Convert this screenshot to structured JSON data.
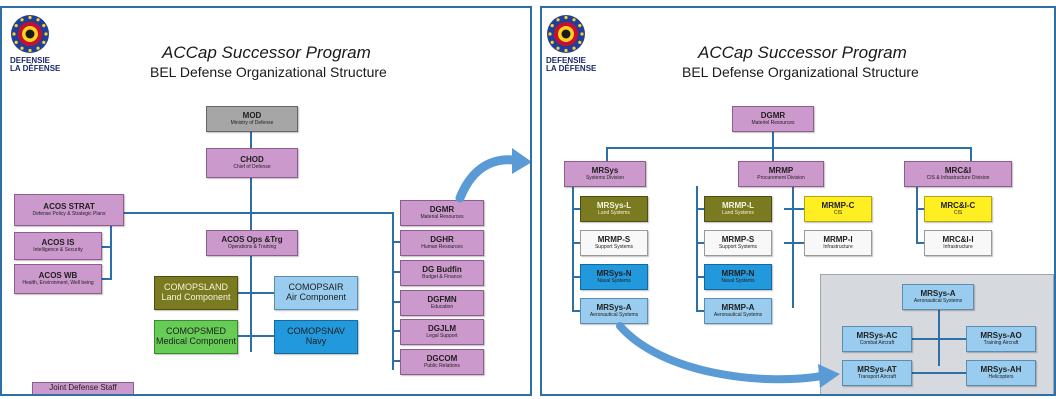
{
  "colors": {
    "frame": "#2f6fa8",
    "joint_staff": "#cc99cc",
    "ministry": "#a6a6a6",
    "land": "#7a7a20",
    "air": "#99ccee",
    "medical": "#66cc55",
    "navy": "#2299dd",
    "cis": "#ffee22",
    "support": "#f8f8f8",
    "arrow": "#5b9bd5"
  },
  "icons": {
    "logo": "belgian-defense-emblem-icon",
    "arrow": "curved-arrow-icon"
  },
  "left": {
    "logo_line1": "DEFENSIE",
    "logo_line2": "LA DÉFENSE",
    "title": "ACCap Successor Program",
    "subtitle": "BEL Defense  Organizational  Structure",
    "mod": {
      "name": "MOD",
      "desc": "Ministry of Defense"
    },
    "chod": {
      "name": "CHOD",
      "desc": "Chief of Defense"
    },
    "acos_strat": {
      "name": "ACOS STRAT",
      "desc": "Defense  Policy & Strategic  Plans"
    },
    "acos_is": {
      "name": "ACOS IS",
      "desc": "Intelligence & Security"
    },
    "acos_wb": {
      "name": "ACOS WB",
      "desc": "Health,  Environment,  Well being"
    },
    "acos_ops": {
      "name": "ACOS Ops &Trg",
      "desc": "Operations  &  Training"
    },
    "comopsland": {
      "name": "COMOPSLAND",
      "desc": "Land Component"
    },
    "comopsair": {
      "name": "COMOPSAIR",
      "desc": "Air Component"
    },
    "comopsmed": {
      "name": "COMOPSMED",
      "desc": "Medical Component"
    },
    "comopsnav": {
      "name": "COMOPSNAV",
      "desc": "Navy"
    },
    "dgmr": {
      "name": "DGMR",
      "desc": "Material  Resources"
    },
    "dghr": {
      "name": "DGHR",
      "desc": "Human  Resources"
    },
    "dgbudfin": {
      "name": "DG Budfin",
      "desc": "Budget & Finance"
    },
    "dgfmn": {
      "name": "DGFMN",
      "desc": "Education"
    },
    "dgjlm": {
      "name": "DGJLM",
      "desc": "Legal Support"
    },
    "dgcom": {
      "name": "DGCOM",
      "desc": "Public Relations"
    },
    "legend": "Joint Defense Staff"
  },
  "right": {
    "logo_line1": "DEFENSIE",
    "logo_line2": "LA DÉFENSE",
    "title": "ACCap Successor Program",
    "subtitle": "BEL Defense  Organizational  Structure",
    "dgmr": {
      "name": "DGMR",
      "desc": "Materiel  Resources"
    },
    "mrsys": {
      "name": "MRSys",
      "desc": "Systems  Division"
    },
    "mrmp": {
      "name": "MRMP",
      "desc": "Procurement  Division"
    },
    "mrci": {
      "name": "MRC&I",
      "desc": "CIS  &  Infrastructure  Division"
    },
    "mrsys_l": {
      "name": "MRSys-L",
      "desc": "Land Systems"
    },
    "mrsys_s": {
      "name": "MRMP-S",
      "desc": "Support Systems"
    },
    "mrsys_n": {
      "name": "MRSys-N",
      "desc": "Naval Systems"
    },
    "mrsys_a": {
      "name": "MRSys-A",
      "desc": "Aeronautical  Systems"
    },
    "mrmp_l": {
      "name": "MRMP-L",
      "desc": "Land Systems"
    },
    "mrmp_s": {
      "name": "MRMP-S",
      "desc": "Support Systems"
    },
    "mrmp_n": {
      "name": "MRMP-N",
      "desc": "Naval Systems"
    },
    "mrmp_a": {
      "name": "MRMP-A",
      "desc": "Aeronautical  Systems"
    },
    "mrmp_c": {
      "name": "MRMP-C",
      "desc": "CIS"
    },
    "mrmp_i": {
      "name": "MRMP-I",
      "desc": "Infrastructure"
    },
    "mrci_c": {
      "name": "MRC&I-C",
      "desc": "CIS"
    },
    "mrci_i": {
      "name": "MRC&I-I",
      "desc": "Infrastructure"
    },
    "zoom": {
      "head": {
        "name": "MRSys-A",
        "desc": "Aeronautical  Systems"
      },
      "ac": {
        "name": "MRSys-AC",
        "desc": "Combat Aircraft"
      },
      "ao": {
        "name": "MRSys-AO",
        "desc": "Training  Aircraft"
      },
      "at": {
        "name": "MRSys-AT",
        "desc": "Transport  Aircraft"
      },
      "ah": {
        "name": "MRSys-AH",
        "desc": "Helicopters"
      }
    }
  }
}
